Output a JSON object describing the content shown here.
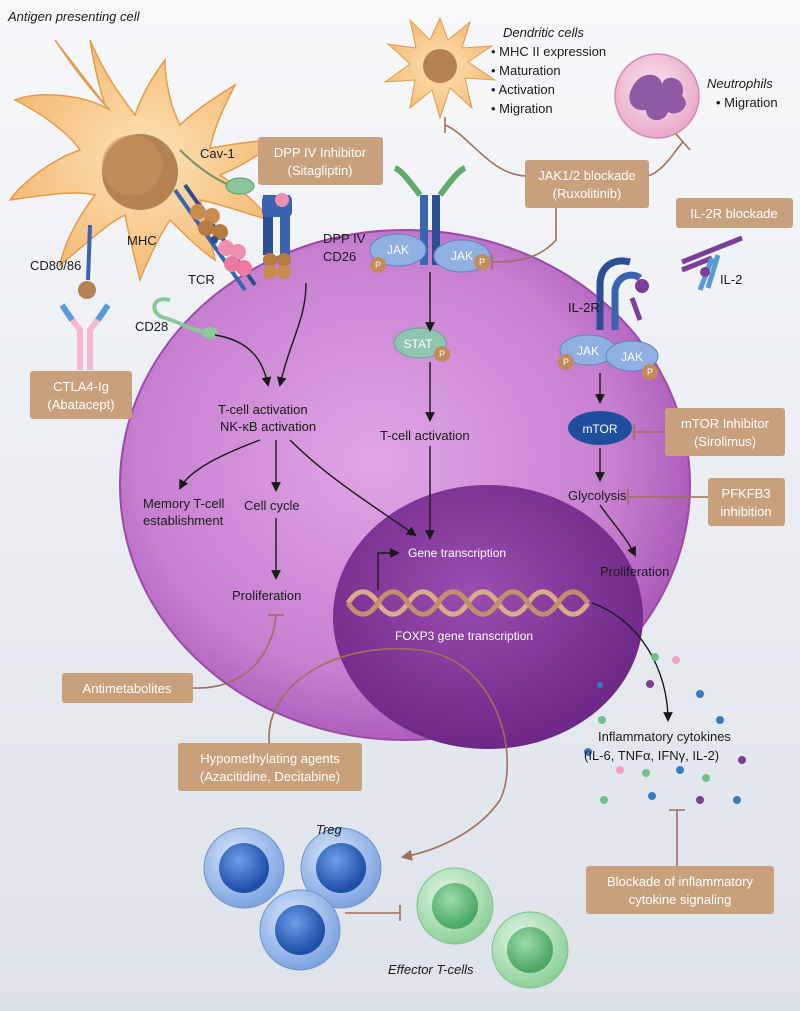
{
  "apc": {
    "title": "Antigen presenting cell",
    "cav1": "Cav-1",
    "mhc": "MHC",
    "tcr": "TCR",
    "cd80": "CD80/86",
    "cd28": "CD28"
  },
  "dendritic": {
    "title": "Dendritic cells",
    "bullets": [
      "MHC II expression",
      "Maturation",
      "Activation",
      "Migration"
    ]
  },
  "neutrophils": {
    "title": "Neutrophils",
    "bullets": [
      "Migration"
    ]
  },
  "drugs": {
    "dpp4": [
      "DPP IV Inhibitor",
      "(Sitagliptin)"
    ],
    "jak": [
      "JAK1/2 blockade",
      "(Ruxolitinib)"
    ],
    "il2r": [
      "IL-2R blockade"
    ],
    "ctla4": [
      "CTLA4-Ig",
      "(Abatacept)"
    ],
    "mtor": [
      "mTOR Inhibitor",
      "(Sirolimus)"
    ],
    "pfkfb3": [
      "PFKFB3",
      "inhibition"
    ],
    "antimetabolites": [
      "Antimetabolites"
    ],
    "hypomethylating": [
      "Hypomethylating agents",
      "(Azacitidine, Decitabine)"
    ],
    "cytokine_blockade": [
      "Blockade of inflammatory",
      "cytokine signaling"
    ]
  },
  "labels": {
    "dpp4_cd26": [
      "DPP IV",
      "CD26"
    ],
    "jak": "JAK",
    "p": "P",
    "stat": "STAT",
    "il2r": "IL-2R",
    "il2": "IL-2",
    "mtor": "mTOR",
    "tcell_activation_left": [
      "T-cell activation",
      "NK-κB activation"
    ],
    "tcell_activation_center": "T-cell activation",
    "memory": [
      "Memory T-cell",
      "establishment"
    ],
    "cell_cycle": "Cell cycle",
    "proliferation_left": "Proliferation",
    "glycolysis": "Glycolysis",
    "proliferation_right": "Proliferation",
    "gene_transcription": "Gene transcription",
    "foxp3": "FOXP3 gene transcription",
    "cytokines": [
      "Inflammatory cytokines",
      "(IL-6, TNFα, IFNγ, IL-2)"
    ],
    "treg": "Treg",
    "effector": "Effector T-cells"
  },
  "colors": {
    "drug_box": "#c9a07c",
    "inhibit": "#a0705a",
    "arrow": "#1a1a1a",
    "cell": "#b45fc0",
    "nucleus": "#7a2f93"
  }
}
